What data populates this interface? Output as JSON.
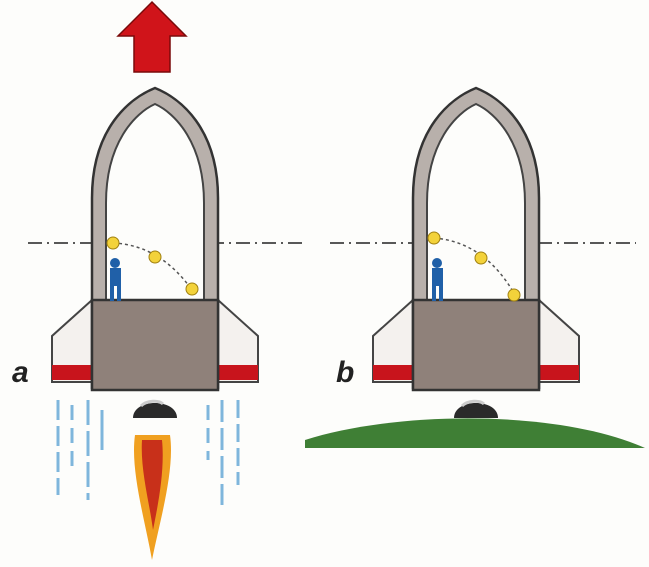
{
  "panels": [
    {
      "label": "a",
      "state": "accelerating"
    },
    {
      "label": "b",
      "state": "on-ground"
    }
  ],
  "colors": {
    "arrow": "#d0141a",
    "hull": "#b8b0ab",
    "block": "#8f817a",
    "fin_band": "#c8141c",
    "ground": "#3f7f35",
    "exhaust": "#7fb6dc",
    "flame": "#f0a020",
    "astronaut": "#2060a8",
    "ball": "#f3d23a"
  }
}
